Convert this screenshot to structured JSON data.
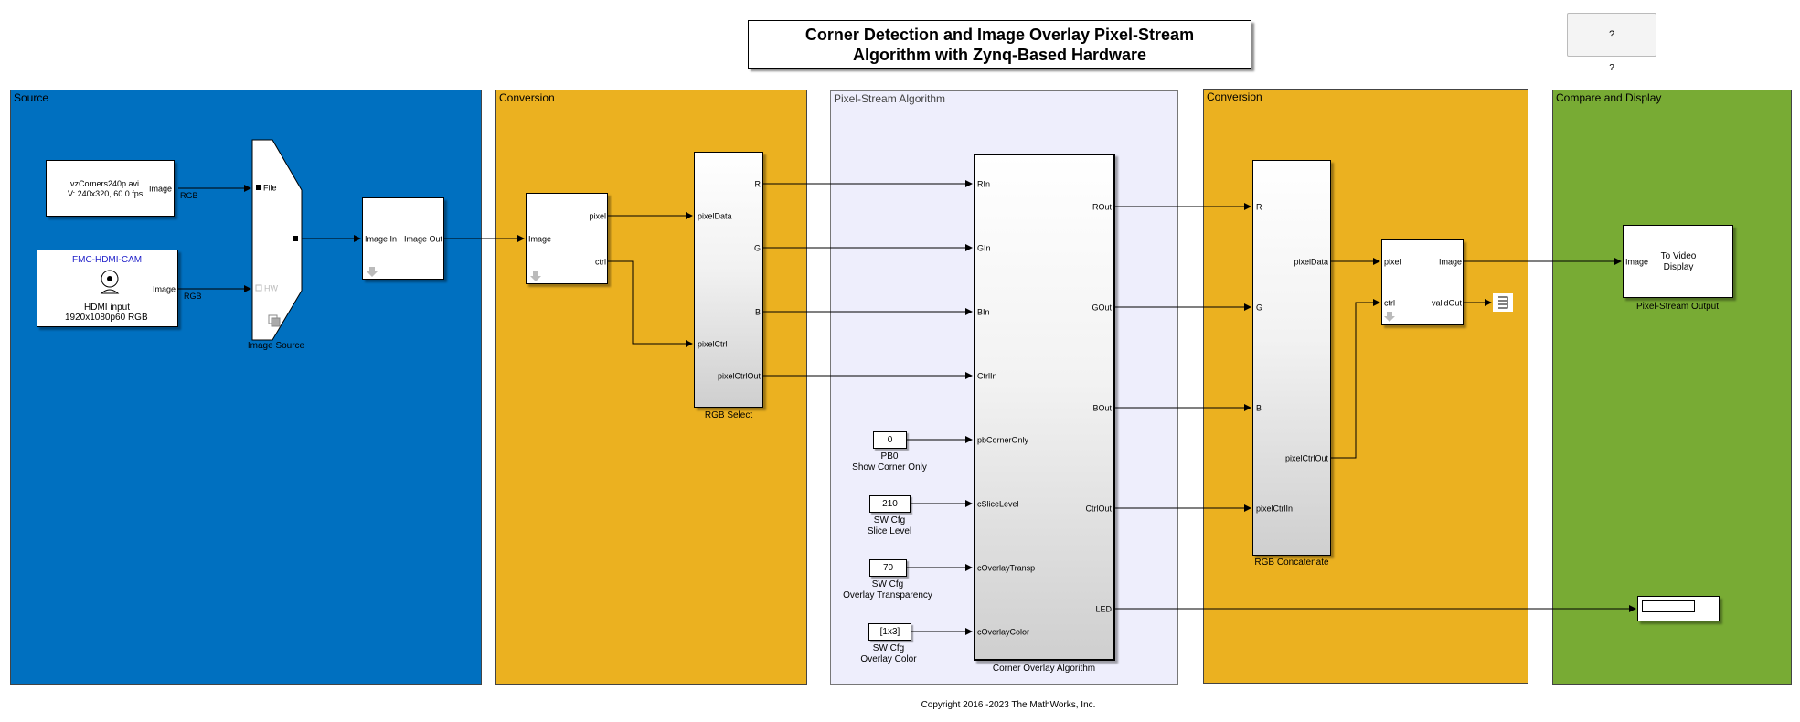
{
  "title": {
    "line1": "Corner Detection and Image Overlay Pixel-Stream",
    "line2": "Algorithm with Zynq-Based Hardware"
  },
  "help": {
    "button_label": "?",
    "caption": "?"
  },
  "areas": {
    "source": "Source",
    "conversion1": "Conversion",
    "algorithm": "Pixel-Stream Algorithm",
    "conversion2": "Conversion",
    "compare": "Compare and Display"
  },
  "colors": {
    "source": "#0070c0",
    "conversion": "#ebb120",
    "algorithm": "#eeeefc",
    "compare": "#78ab34"
  },
  "file_block": {
    "line1": "vzCorners240p.avi",
    "line2": "V: 240x320, 60.0 fps",
    "port_out": "Image",
    "signal": "RGB"
  },
  "hdmi_block": {
    "title": "FMC-HDMI-CAM",
    "line1": "HDMI input",
    "line2": "1920x1080p60 RGB",
    "port_out": "Image",
    "signal": "RGB",
    "icon": "camera-icon"
  },
  "image_source": {
    "port_file": "File",
    "port_hw": "HW",
    "caption": "Image Source"
  },
  "frame_to_pixels": {
    "port_in": "Image In",
    "port_out": "Image Out"
  },
  "conv_block1": {
    "port_in": "Image",
    "port_pixel": "pixel",
    "port_ctrl": "ctrl"
  },
  "rgb_select": {
    "port_pixeldata": "pixelData",
    "port_pixelctrl": "pixelCtrl",
    "port_r": "R",
    "port_g": "G",
    "port_b": "B",
    "port_ctrlout": "pixelCtrlOut",
    "caption": "RGB Select"
  },
  "corner_overlay": {
    "inputs": [
      "RIn",
      "GIn",
      "BIn",
      "CtrlIn",
      "pbCornerOnly",
      "cSliceLevel",
      "cOverlayTransp",
      "cOverlayColor"
    ],
    "outputs": [
      "ROut",
      "GOut",
      "BOut",
      "CtrlOut",
      "LED"
    ],
    "caption": "Corner Overlay Algorithm"
  },
  "constants": [
    {
      "value": "0",
      "label1": "PB0",
      "label2": "Show Corner Only"
    },
    {
      "value": "210",
      "label1": "SW Cfg",
      "label2": "Slice Level"
    },
    {
      "value": "70",
      "label1": "SW Cfg",
      "label2": "Overlay Transparency"
    },
    {
      "value": "[1x3]",
      "label1": "SW Cfg",
      "label2": "Overlay Color"
    }
  ],
  "rgb_concat": {
    "port_r": "R",
    "port_g": "G",
    "port_b": "B",
    "port_ctrlin": "pixelCtrlIn",
    "port_pixeldata": "pixelData",
    "port_ctrlout": "pixelCtrlOut",
    "caption": "RGB Concatenate"
  },
  "pixels_to_frame": {
    "port_pixel": "pixel",
    "port_ctrl": "ctrl",
    "port_image": "Image",
    "port_valid": "validOut"
  },
  "video_display": {
    "port_in": "Image",
    "line1": "To Video",
    "line2": "Display",
    "caption": "Pixel-Stream Output"
  },
  "copyright": "Copyright 2016 -2023 The MathWorks, Inc."
}
